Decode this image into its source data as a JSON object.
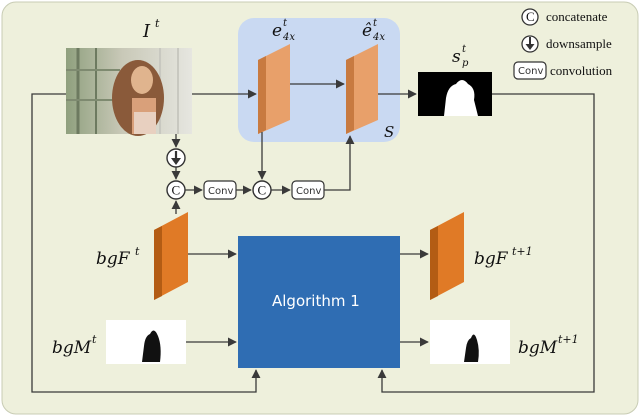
{
  "colors": {
    "background": "#eef0dc",
    "module_s_box": "#c9d9f2",
    "feature_front": "#e8a06a",
    "feature_side": "#c87a40",
    "bgfeature_front": "#e07a26",
    "bgfeature_side": "#b35c14",
    "algorithm_box": "#2f6db3",
    "arrow": "#3a3a3a"
  },
  "labels": {
    "input_frame": "I",
    "input_frame_sup": "t",
    "encoder_feature": "e",
    "encoder_feature_sup": "t",
    "encoder_feature_sub": "4x",
    "refined_feature": "ê",
    "refined_feature_sup": "t",
    "refined_feature_sub": "4x",
    "prediction": "s",
    "prediction_sup": "t",
    "prediction_sub": "p",
    "module_name": "S",
    "bg_feature": "bgF",
    "bg_feature_sup": "t",
    "bg_feature_next_sup": "t+1",
    "bg_mask": "bgM",
    "bg_mask_sup": "t",
    "bg_mask_next_sup": "t+1",
    "algorithm": "Algorithm 1"
  },
  "ops": {
    "concat_symbol": "C",
    "conv_label": "Conv"
  },
  "legend": {
    "concat_text": "concatenate",
    "downsample_text": "downsample",
    "conv_text": "convolution"
  },
  "icons": [
    "concat-icon",
    "downsample-icon",
    "conv-icon"
  ]
}
